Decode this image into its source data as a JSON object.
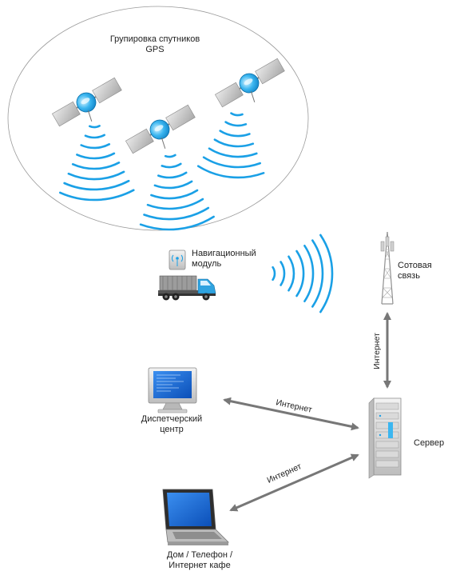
{
  "constellation": {
    "line1": "Групировка спутников",
    "line2": "GPS"
  },
  "module": {
    "line1": "Навигационный",
    "line2": "модуль"
  },
  "cell": {
    "line1": "Сотовая",
    "line2": "связь"
  },
  "dispatch": {
    "line1": "Диспетчерский",
    "line2": "центр"
  },
  "server": {
    "label": "Сервер"
  },
  "home": {
    "line1": "Дом / Телефон /",
    "line2": "Интернет кафе"
  },
  "links": {
    "cell_server": "Интернет",
    "dispatch_server": "Интернет",
    "home_server": "Интернет"
  },
  "colors": {
    "signal": "#1aa0e6",
    "satellite_body": "#c9c9c9",
    "arrow": "#7a7a7a",
    "screen": "#1e6fd6"
  }
}
